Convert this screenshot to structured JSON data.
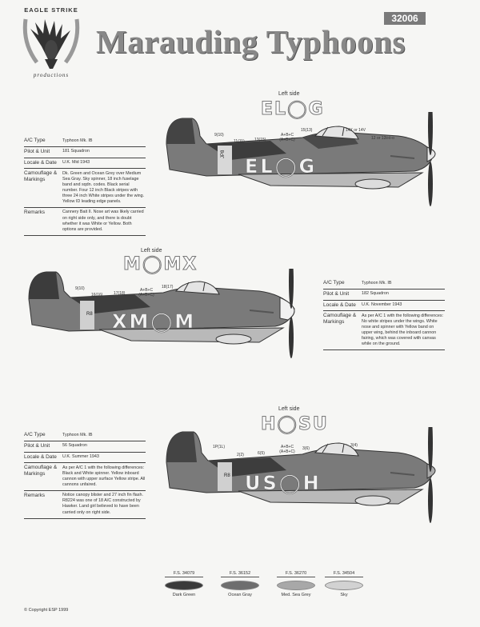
{
  "brand": {
    "top": "EAGLE STRIKE",
    "bottom": "productions"
  },
  "catalog_code": "32006",
  "title": "Marauding Typhoons",
  "aircraft": [
    {
      "side_label": "Left side",
      "markings_text": "EL◯G",
      "fuselage_code": "EL◯G",
      "serial": "JP8",
      "callouts": [
        "9(10)",
        "11(11)",
        "13(15)",
        "A+B+C (A+B+C)",
        "15(13)",
        "14X or 14V",
        "12 or 12ii-ii-o"
      ],
      "specs": [
        {
          "label": "A/C Type",
          "value": "Typhoon Mk. IB"
        },
        {
          "label": "Pilot & Unit",
          "value": "181 Squadron"
        },
        {
          "label": "Locale & Date",
          "value": "U.K. Mid 1943"
        },
        {
          "label": "Camouflage & Markings",
          "value": "Dk. Green and Ocean Grey over Medium Sea Gray. Sky spinner, 18 inch fuselage band and sqdn. codes. Black serial number. Four 12 inch Black stripes with three 24 inch White stripes under the wing. Yellow ID leading edge panels."
        },
        {
          "label": "Remarks",
          "value": "Cannery Bait II. Nose art was likely carried on right side only, and there is doubt whether it was White or Yellow. Both options are provided."
        }
      ]
    },
    {
      "side_label": "Left side",
      "markings_text": "M◯MX",
      "fuselage_code": "XM◯M",
      "serial": "R8",
      "callouts": [
        "9(10)",
        "16(16)",
        "17(18)",
        "A+B+C (A+B+C)",
        "18(17)"
      ],
      "specs": [
        {
          "label": "A/C Type",
          "value": "Typhoon Mk. IB"
        },
        {
          "label": "Pilot & Unit",
          "value": "182 Squadron"
        },
        {
          "label": "Locale & Date",
          "value": "U.K. November 1943"
        },
        {
          "label": "Camouflage & Markings",
          "value": "As per A/C 1 with the following differences: No white stripes under the wings. White nose and spinner with Yellow band on upper wing, behind the inboard cannon fairing, which was covered with canvas while on the ground."
        }
      ]
    },
    {
      "side_label": "Left side",
      "markings_text": "H◯SU",
      "fuselage_code": "US◯H",
      "serial": "R8",
      "callouts": [
        "1P(1L)",
        "2(2)",
        "6(5)",
        "A+B+C (A+B+C)",
        "3(6)",
        "3(4)"
      ],
      "specs": [
        {
          "label": "A/C Type",
          "value": "Typhoon Mk. IB"
        },
        {
          "label": "Pilot & Unit",
          "value": "56 Squadron"
        },
        {
          "label": "Locale & Date",
          "value": "U.K. Summer 1943"
        },
        {
          "label": "Camouflage & Markings",
          "value": "As per A/C 1 with the following differences: Black and White spinner. Yellow inboard cannon with upper surface Yellow stripe. All cannons unfaired."
        },
        {
          "label": "Remarks",
          "value": "Notice canopy blister and 27 inch fin flash. R8224 was one of 18 A/C constructed by Hawker. Land girl believed to have been carried only on right side."
        }
      ]
    }
  ],
  "swatches": [
    {
      "fs": "F.S. 34079",
      "name": "Dark Green",
      "color": "#3a3a3a"
    },
    {
      "fs": "F.S. 36152",
      "name": "Ocean Gray",
      "color": "#6e6e6e"
    },
    {
      "fs": "F.S. 36270",
      "name": "Med. Sea Grey",
      "color": "#a8a8a8"
    },
    {
      "fs": "F.S. 34504",
      "name": "Sky",
      "color": "#d2d2d2"
    }
  ],
  "copyright": "© Copyright ESP 1999"
}
